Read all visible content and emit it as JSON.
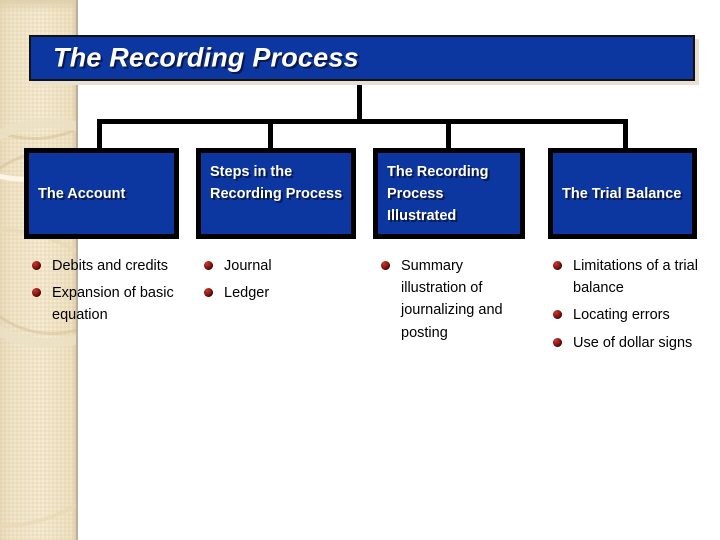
{
  "slide": {
    "title": "The Recording Process",
    "accent_blue": "#0C37A0",
    "border_black": "#000000",
    "bullet_red": "#931712",
    "band_beige": "#F1E6CD",
    "background": "#FFFFFF"
  },
  "columns": [
    {
      "header": "The Account",
      "header_lines": [
        "The Account"
      ],
      "bullets": [
        "Debits and credits",
        "Expansion of basic equation"
      ]
    },
    {
      "header": "Steps in the Recording Process",
      "header_lines": [
        "Steps in the",
        "Recording",
        "Process"
      ],
      "bullets": [
        "Journal",
        "Ledger"
      ]
    },
    {
      "header": "The Recording Process Illustrated",
      "header_lines": [
        "The Recording",
        "Process",
        "Illustrated"
      ],
      "bullets": [
        "Summary illustration of journalizing and posting"
      ]
    },
    {
      "header": "The Trial Balance",
      "header_lines": [
        "The Trial",
        "Balance"
      ],
      "bullets": [
        "Limitations of a trial balance",
        "Locating errors",
        "Use of dollar signs"
      ]
    }
  ]
}
